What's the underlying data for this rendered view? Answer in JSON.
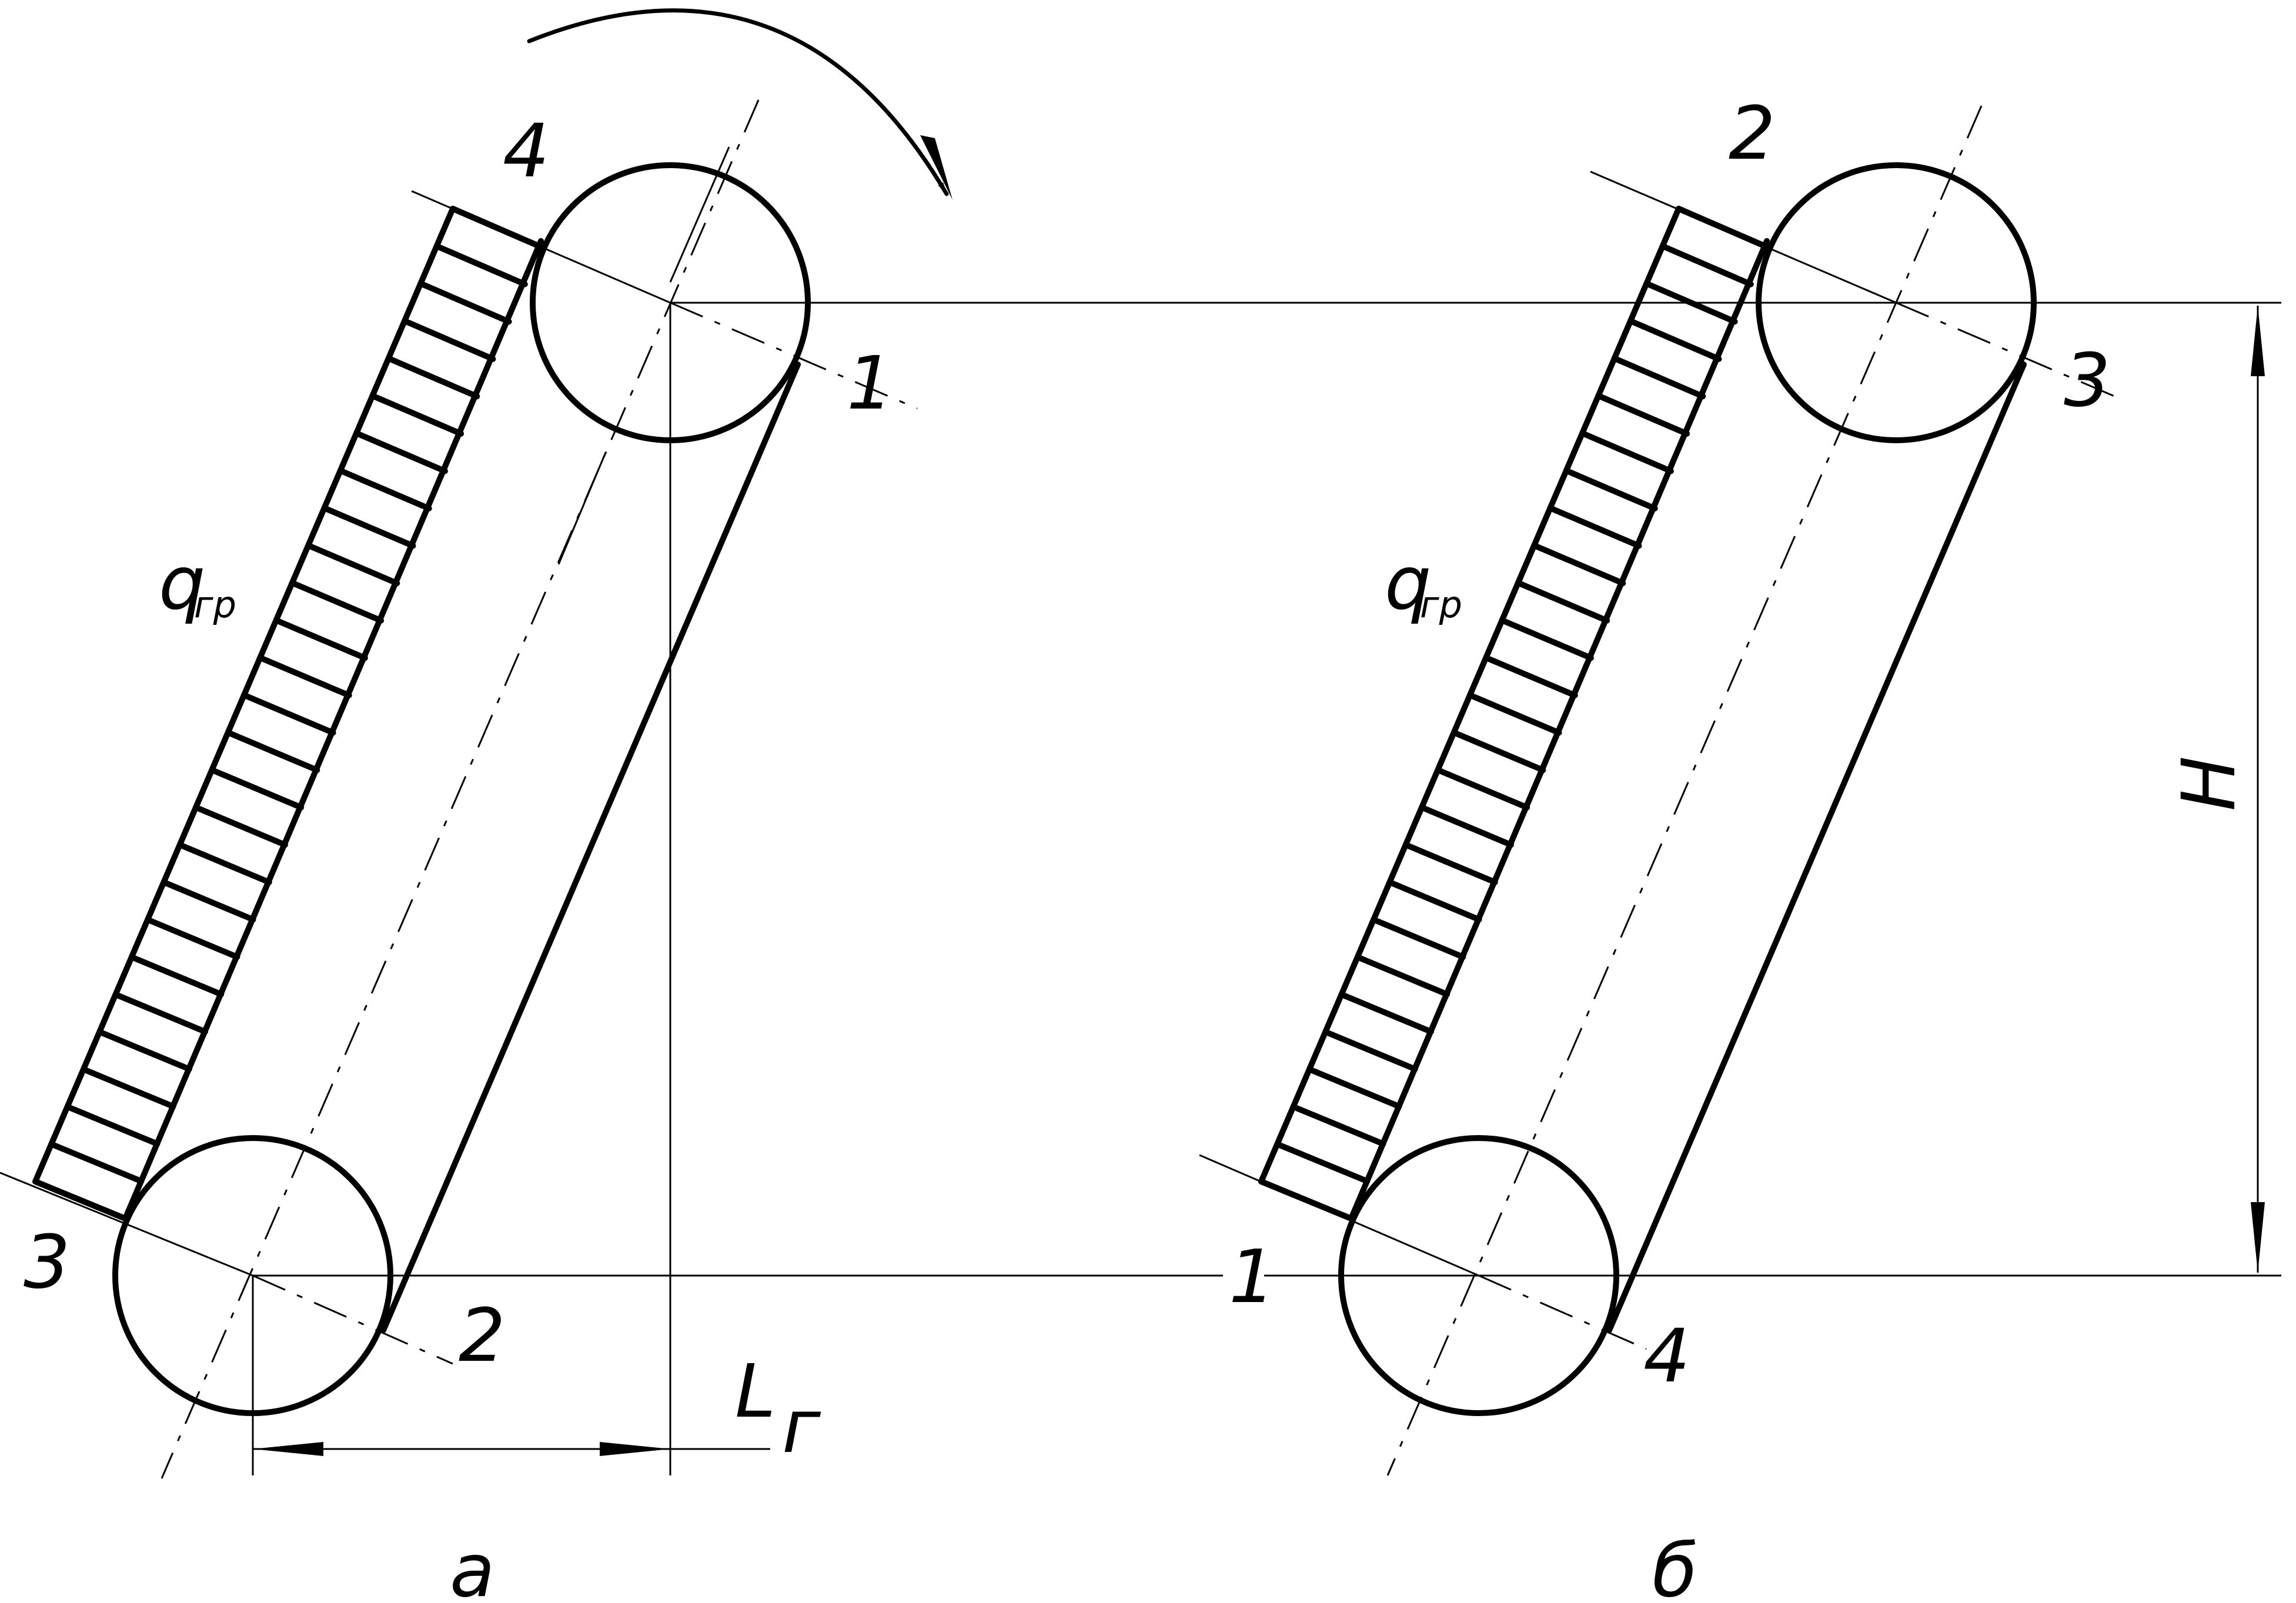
{
  "labels": {
    "a": {
      "point_top_front": "4",
      "point_top_back": "1",
      "point_bottom_front": "3",
      "point_bottom_back": "2",
      "load_main": "q",
      "load_sub": "гр",
      "caption": "а"
    },
    "b": {
      "point_top_front": "2",
      "point_top_back": "3",
      "point_bottom_front": "1",
      "point_bottom_back": "4",
      "load_main": "q",
      "load_sub": "гр",
      "caption": "б"
    },
    "dimension_length_main": "L",
    "dimension_length_sub": "г",
    "dimension_height": "H"
  },
  "colors": {
    "stroke": "#000000",
    "background": "#ffffff"
  },
  "icons": {
    "rotation": "rotation-arrow-icon"
  }
}
